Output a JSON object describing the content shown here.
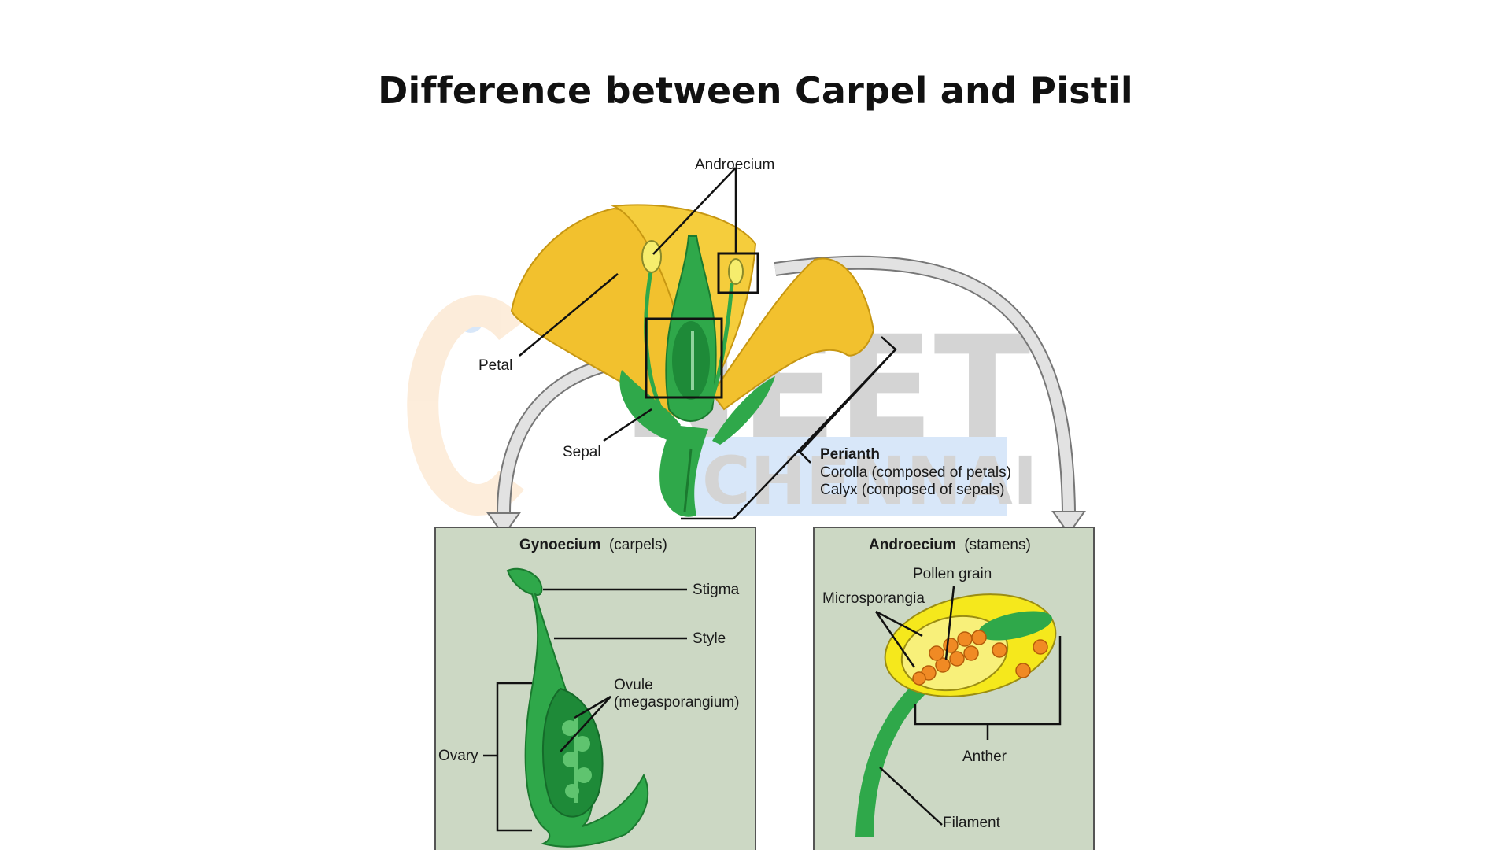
{
  "title": "Difference between Carpel and Pistil",
  "watermark": {
    "text_top": "NEET",
    "text_bottom": "CHENNAI"
  },
  "labels": {
    "androecium_top": "Androecium",
    "petal": "Petal",
    "sepal": "Sepal",
    "perianth_title": "Perianth",
    "perianth_corolla": "Corolla (composed of petals)",
    "perianth_calyx": "Calyx (composed of sepals)"
  },
  "gynoecium_panel": {
    "title_bold": "Gynoecium",
    "title_rest": "(carpels)",
    "stigma": "Stigma",
    "style": "Style",
    "ovule_line1": "Ovule",
    "ovule_line2": "(megasporangium)",
    "ovary": "Ovary"
  },
  "androecium_panel": {
    "title_bold": "Androecium",
    "title_rest": "(stamens)",
    "pollen_grain": "Pollen grain",
    "microsporangia": "Microsporangia",
    "anther": "Anther",
    "filament": "Filament"
  },
  "colors": {
    "petal_yellow": "#f2c12e",
    "petal_dark": "#d9a515",
    "green": "#2fa84a",
    "dark_green": "#1b7a2f",
    "panel_bg": "#ccd8c4",
    "pollen_orange": "#f08a24",
    "anther_yellow": "#f5e81c"
  }
}
